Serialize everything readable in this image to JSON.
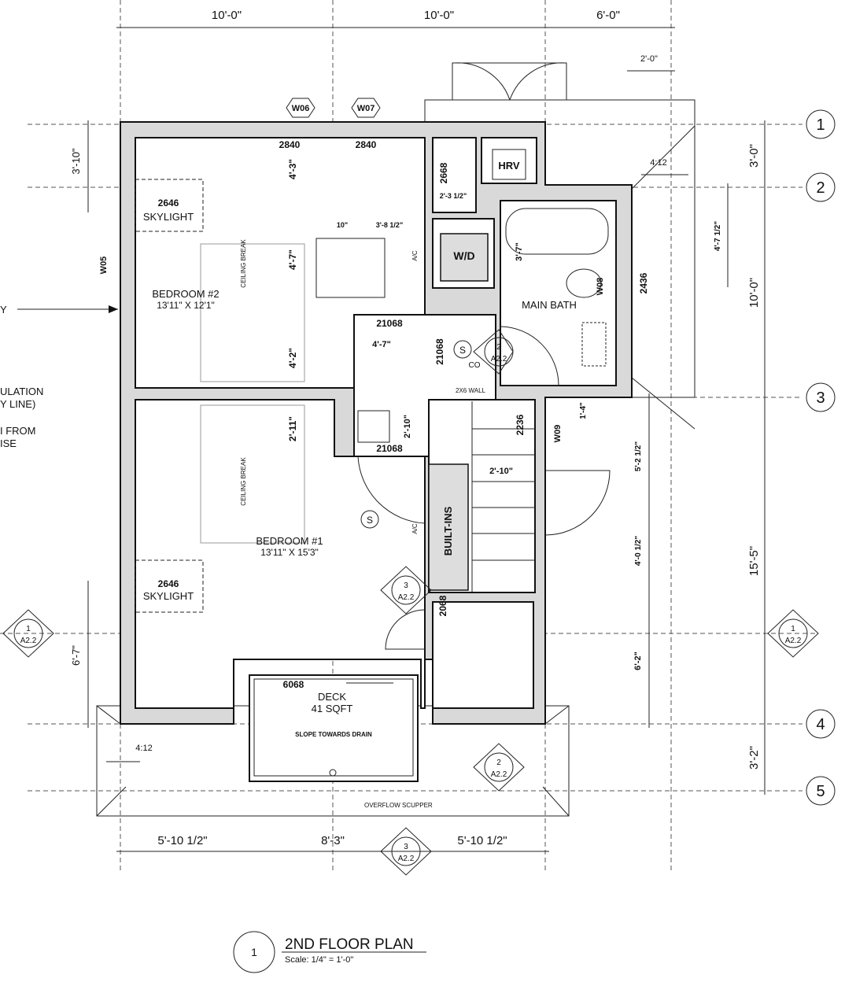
{
  "title": {
    "number": "1",
    "name": "2ND FLOOR PLAN",
    "scale": "Scale: 1/4\" = 1'-0\""
  },
  "grid_bubbles": [
    "1",
    "2",
    "3",
    "4",
    "5"
  ],
  "dimensions": {
    "top": [
      "10'-0\"",
      "10'-0\"",
      "6'-0\"",
      "2'-0\""
    ],
    "bottom": [
      "5'-10 1/2\"",
      "8'-3\"",
      "5'-10 1/2\""
    ],
    "right": [
      "3'-0\"",
      "10'-0\"",
      "15'-5\"",
      "3'-2\""
    ],
    "left": [
      "3'-10\"",
      "6'-7\""
    ],
    "interior": [
      "4'-3\"",
      "4'-7\"",
      "4'-2\"",
      "2'-11\"",
      "10\"",
      "3'-8 1/2\"",
      "4'-7\"",
      "2'-10\"",
      "2'-10\"",
      "3'-7\"",
      "2'-3 1/2\"",
      "4'-7 1/2\"",
      "1'-4\"",
      "5'-2 1/2\"",
      "4'-0 1/2\"",
      "6'-2\""
    ]
  },
  "openings": [
    "2840",
    "2840",
    "2668",
    "21068",
    "21068",
    "21068",
    "2236",
    "2068",
    "2436",
    "6068",
    "2646",
    "2646"
  ],
  "window_tags": [
    "W05",
    "W06",
    "W07",
    "W08",
    "W09"
  ],
  "rooms": {
    "bedroom2": {
      "name": "BEDROOM #2",
      "size": "13'11\" X 12'1\""
    },
    "bedroom1": {
      "name": "BEDROOM #1",
      "size": "13'11\" X 15'3\""
    },
    "wd": "W/D",
    "hrv": "HRV",
    "bath": "MAIN BATH",
    "builtins": "BUILT-INS",
    "deck": {
      "name": "DECK",
      "size": "41 SQFT"
    }
  },
  "notes": {
    "skylight": "SKYLIGHT",
    "ceiling_break": "CEILING BREAK",
    "ac": "A/C",
    "smoke": "S",
    "co": "CO",
    "wall_2x6": "2X6 WALL",
    "slope": "SLOPE TOWARDS DRAIN",
    "scupper": "OVERFLOW SCUPPER",
    "pitch": "4:12"
  },
  "section_markers": {
    "s1": {
      "num": "1",
      "sheet": "A2.2"
    },
    "s2": {
      "num": "2",
      "sheet": "A2.2"
    },
    "s3": {
      "num": "3",
      "sheet": "A2.2"
    }
  },
  "cutoff_notes": [
    "ULATION",
    "Y LINE)",
    "I FROM",
    "ISE",
    "Y"
  ]
}
